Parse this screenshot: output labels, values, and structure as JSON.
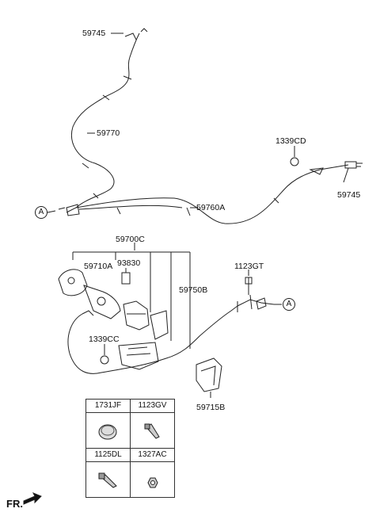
{
  "parts": {
    "p59745_top": "59745",
    "p59770": "59770",
    "p1339CD": "1339CD",
    "p59745_right": "59745",
    "p59760A": "59760A",
    "p59700C": "59700C",
    "p59710A": "59710A",
    "p93830": "93830",
    "p1123GT": "1123GT",
    "p59750B": "59750B",
    "p1339CC": "1339CC",
    "p59715B": "59715B"
  },
  "callouts": {
    "a_left": "A",
    "a_right": "A"
  },
  "table": {
    "h1": "1731JF",
    "h2": "1123GV",
    "h3": "1125DL",
    "h4": "1327AC"
  },
  "direction": "FR."
}
